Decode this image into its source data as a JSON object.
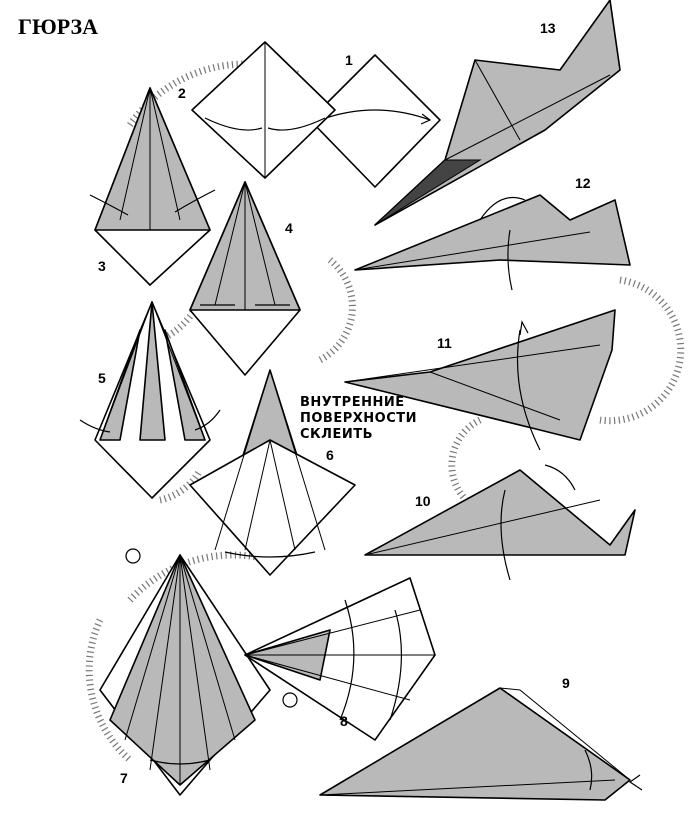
{
  "title": "ГЮРЗА",
  "steps": [
    "1",
    "2",
    "3",
    "4",
    "5",
    "6",
    "7",
    "8",
    "9",
    "10",
    "11",
    "12",
    "13"
  ],
  "note": {
    "line1": "ВНУТРЕННИЕ",
    "line2": "ПОВЕРХНОСТИ",
    "line3": "СКЛЕИТЬ"
  },
  "colors": {
    "paper_shade": "#b9b9b9",
    "line": "#000000"
  }
}
